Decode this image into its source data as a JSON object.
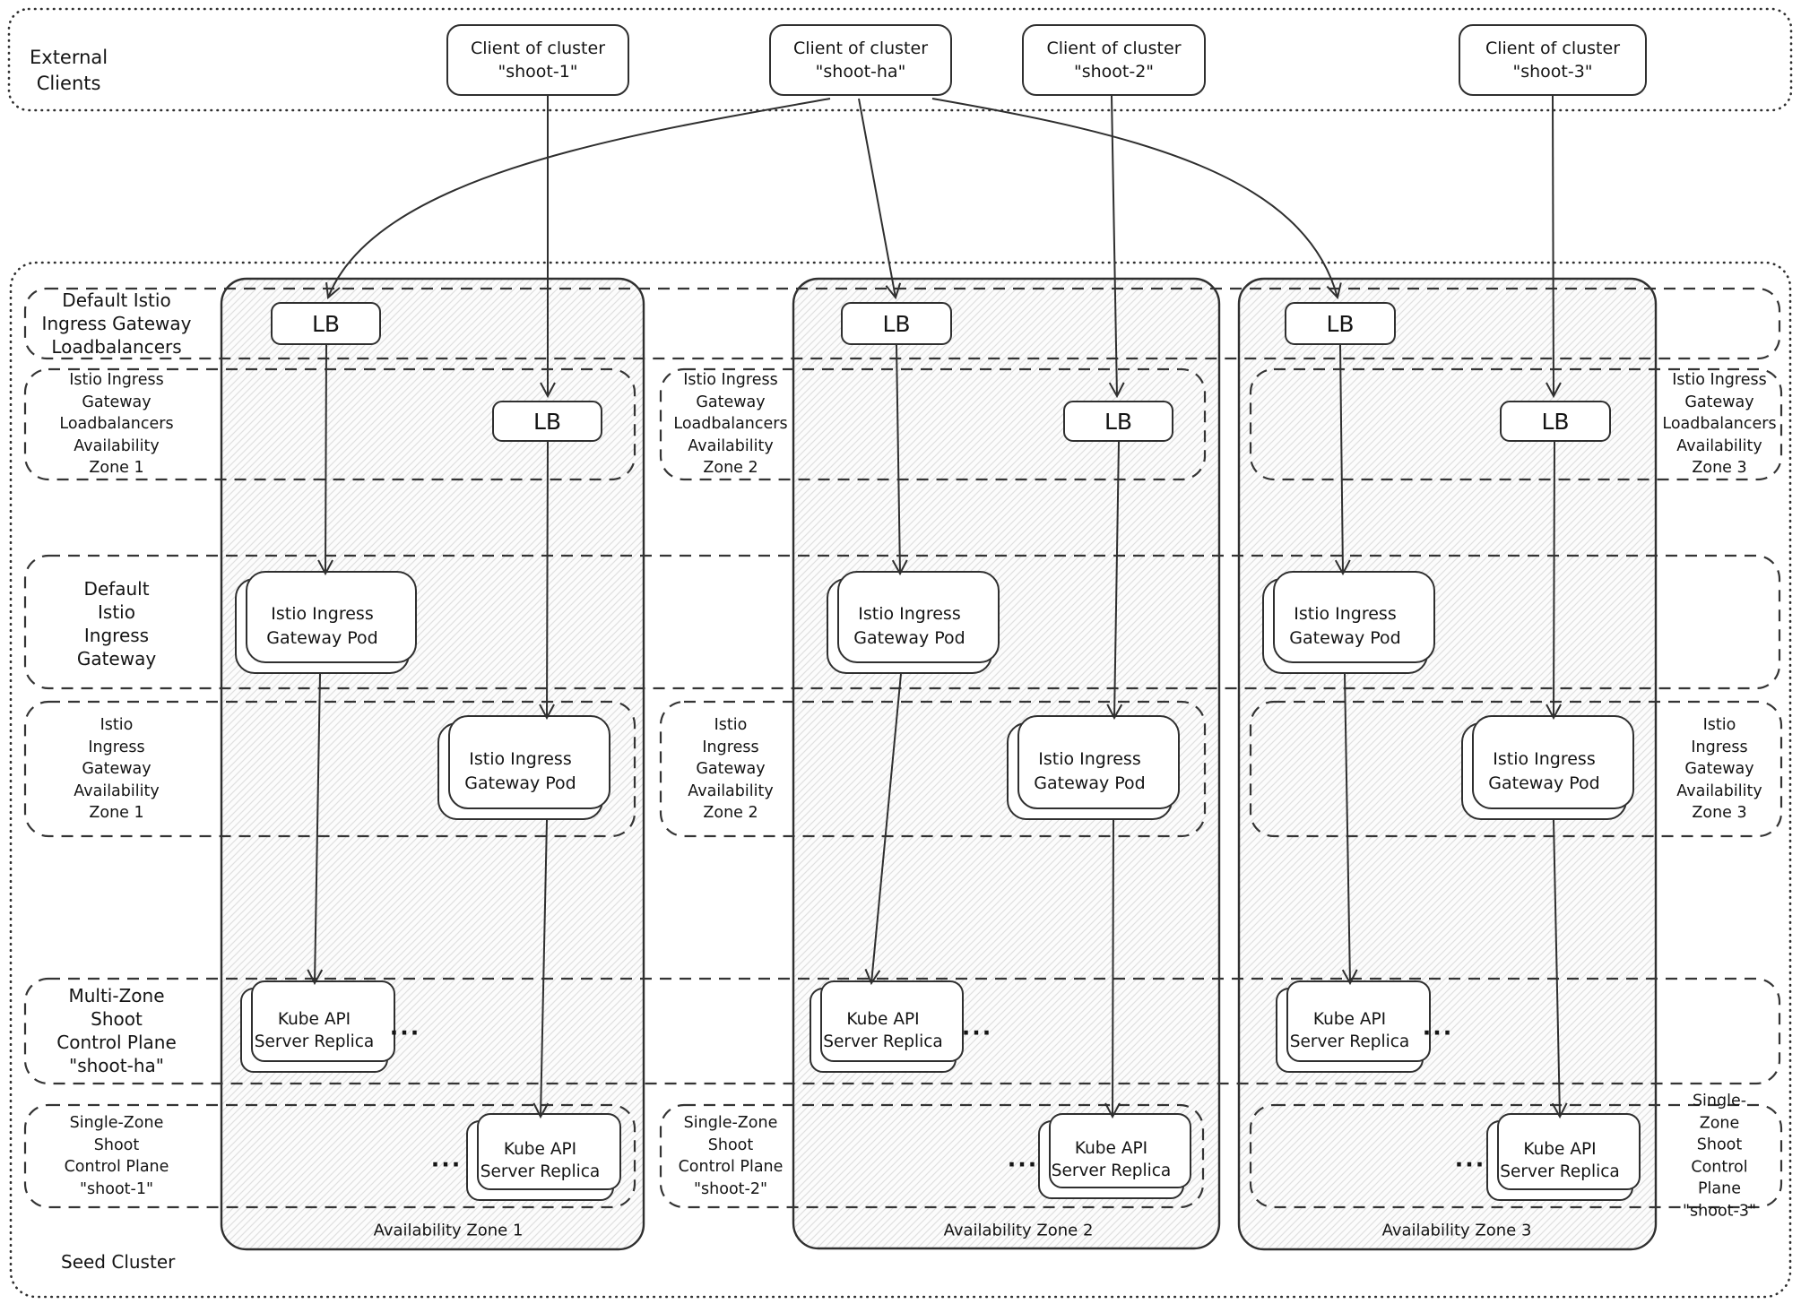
{
  "external": {
    "label": "External\nClients"
  },
  "clients": [
    {
      "label": "Client of cluster\n\"shoot-1\""
    },
    {
      "label": "Client of cluster\n\"shoot-ha\""
    },
    {
      "label": "Client of cluster\n\"shoot-2\""
    },
    {
      "label": "Client of cluster\n\"shoot-3\""
    }
  ],
  "seed": {
    "label": "Seed Cluster"
  },
  "zones": [
    {
      "label": "Availability Zone 1"
    },
    {
      "label": "Availability Zone 2"
    },
    {
      "label": "Availability Zone 3"
    }
  ],
  "bands": {
    "default_lb": "Default Istio\nIngress Gateway\nLoadbalancers",
    "lb_zones": [
      "Istio Ingress\nGateway\nLoadbalancers\nAvailability\nZone 1",
      "Istio Ingress\nGateway\nLoadbalancers\nAvailability\nZone 2",
      "Istio Ingress\nGateway\nLoadbalancers\nAvailability\nZone 3"
    ],
    "default_gw": "Default\nIstio\nIngress\nGateway",
    "gw_zones": [
      "Istio\nIngress\nGateway\nAvailability\nZone 1",
      "Istio\nIngress\nGateway\nAvailability\nZone 2",
      "Istio\nIngress\nGateway\nAvailability\nZone 3"
    ],
    "multi_cp": "Multi-Zone\nShoot\nControl Plane\n\"shoot-ha\"",
    "single_cp": [
      "Single-Zone\nShoot\nControl Plane\n\"shoot-1\"",
      "Single-Zone\nShoot\nControl Plane\n\"shoot-2\"",
      "Single-Zone\nShoot\nControl Plane\n\"shoot-3\""
    ]
  },
  "nodes": {
    "lb": "LB",
    "pod": "Istio Ingress\nGateway Pod",
    "api": "Kube API\nServer Replica",
    "ellipsis": "..."
  }
}
